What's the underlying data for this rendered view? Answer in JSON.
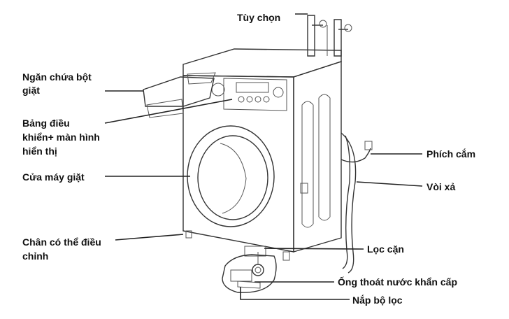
{
  "labels": {
    "optional": "Tùy chọn",
    "detergent_line1": "Ngăn chứa bột",
    "detergent_line2": "giặt",
    "panel_line1": "Bảng điều",
    "panel_line2": "khiển+ màn hình",
    "panel_line3": "hiển thị",
    "door": "Cửa máy giặt",
    "feet_line1": "Chân có thể điều",
    "feet_line2": "chỉnh",
    "plug": "Phích cắm",
    "hose": "Vòi xả",
    "filter": "Lọc cặn",
    "emergency_drain": "Ống thoát nước khẩn cấp",
    "filter_cover": "Nắp bộ lọc"
  },
  "colors": {
    "line": "#222222",
    "text": "#111111",
    "background": "#ffffff"
  }
}
